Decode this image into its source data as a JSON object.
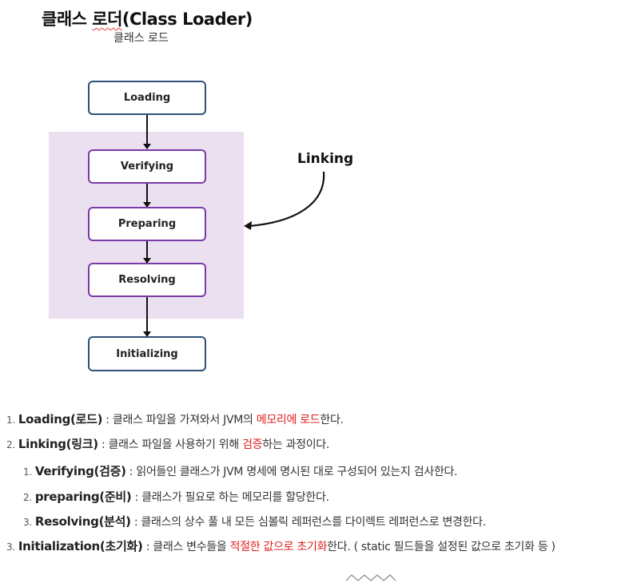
{
  "heading": {
    "title_part1": "클래스 ",
    "title_squiggle": "로더",
    "title_part2": "(Class Loader)",
    "subtitle": "클래스 로드"
  },
  "diagram": {
    "loading": "Loading",
    "verifying": "Verifying",
    "preparing": "Preparing",
    "resolving": "Resolving",
    "initializing": "Initializing",
    "linking_label": "Linking",
    "colors": {
      "box_border_blue": "#2e5178",
      "box_border_purple": "#7a3aa8",
      "linking_background": "#ebe0f0"
    }
  },
  "list": {
    "item1": {
      "num": "1.",
      "term": "Loading(로드)",
      "text_a": " : 클래스 파일을 가져와서 JVM의 ",
      "highlight": "메모리에 로드",
      "text_b": "한다."
    },
    "item2": {
      "num": "2.",
      "term": "Linking(링크)",
      "text_a": " : 클래스 파일을 사용하기 위해 ",
      "highlight": "검증",
      "text_b": "하는 과정이다."
    },
    "sub1": {
      "num": "1.",
      "term": "Verifying(검증)",
      "text": " : 읽어들인 클래스가 JVM 명세에 명시된 대로 구성되어 있는지 검사한다."
    },
    "sub2": {
      "num": "2.",
      "term": "preparing(준비)",
      "text": " : 클래스가 필요로 하는 메모리를 할당한다."
    },
    "sub3": {
      "num": "3.",
      "term": "Resolving(분석)",
      "text": " : 클래스의 상수 풀 내 모든 심볼릭 레퍼런스를 다이렉트 레퍼런스로 변경한다."
    },
    "item3": {
      "num": "3.",
      "term": "Initialization(초기화)",
      "text_a": " : 클래스 변수들을 ",
      "highlight": "적절한 값으로 초기화",
      "text_b": "한다. ( static 필드들을 설정된 값으로 초기화 등 )"
    },
    "highlight_color": "#e02020"
  },
  "footer": {
    "more_icon": "zigzag-more-icon"
  }
}
